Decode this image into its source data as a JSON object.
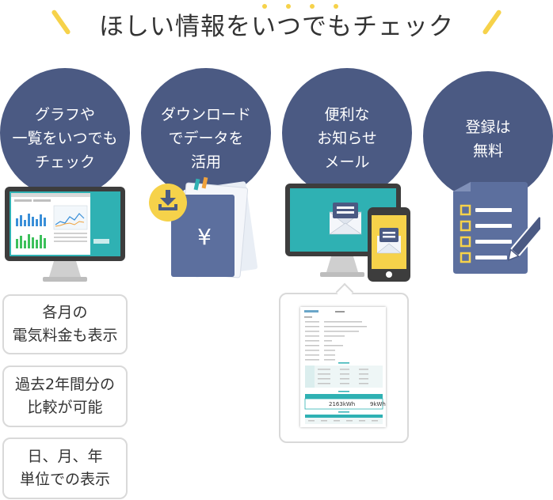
{
  "header": {
    "title": "ほしい情報をいつでもチェック"
  },
  "colors": {
    "circle": "#4b5a83",
    "accent": "#f6d24a",
    "monitor_dark": "#3d3d3d",
    "screen_teal": "#2fb1b3",
    "doc_blue": "#5c6f9e",
    "border_gray": "#d9d9d9"
  },
  "features": [
    {
      "label": "グラフや\n一覧をいつでも\nチェック",
      "icon": "monitor-chart-icon"
    },
    {
      "label": "ダウンロード\nでデータを\n活用",
      "icon": "download-yen-document-icon"
    },
    {
      "label": "便利な\nお知らせ\nメール",
      "icon": "monitor-phone-mail-icon"
    },
    {
      "label": "登録は\n無料",
      "icon": "checklist-pen-icon"
    }
  ],
  "graph_details": [
    "各月の\n電気料金も表示",
    "過去2年間分の\n比較が可能",
    "日、月、年\n単位での表示"
  ],
  "download_icon": {
    "currency_symbol": "¥"
  },
  "bill_document": {
    "icon": "electricity-bill-document-icon",
    "usage_left": "2163kWh",
    "usage_right": "9kWh"
  }
}
